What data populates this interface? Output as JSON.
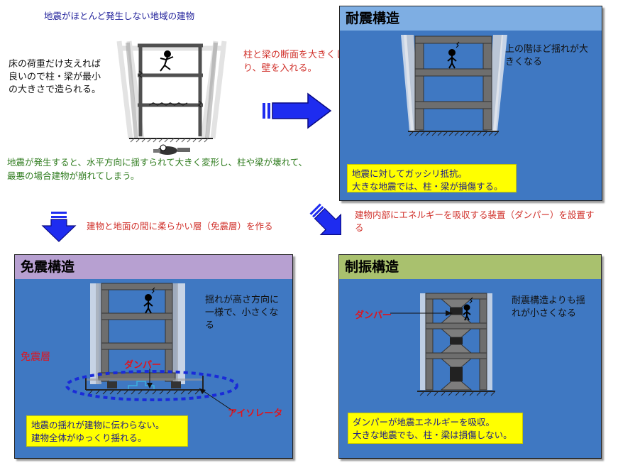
{
  "top_left": {
    "title": "地震がほとんど発生しない地域の建物",
    "left_text_lines": [
      "床の荷重だけ支えれば",
      "良いので柱・梁が最小",
      "の大きさで造られる。"
    ],
    "right_text_lines": [
      "柱と梁の断面を大きくした",
      "り、壁を入れる。"
    ],
    "bottom_text_lines": [
      "地震が発生すると、水平方向に揺すられて大きく変形し、柱や梁が壊れて、",
      "最悪の場合建物が崩れてしまう。"
    ]
  },
  "arrows": {
    "down_left_text": "建物と地面の間に柔らかい層（免震層）を作る",
    "down_right_text_lines": [
      "建物内部にエネルギーを吸収する装置（ダンパー）を設置す",
      "る"
    ]
  },
  "panel_taishin": {
    "title": "耐震構造",
    "side_text_lines": [
      "上の階ほど揺れが大",
      "きくなる"
    ],
    "note_lines": [
      "地震に対してガッシリ抵抗。",
      "大きな地震では、柱・梁が損傷する。"
    ]
  },
  "panel_menshin": {
    "title": "免震構造",
    "side_text_lines": [
      "揺れが高さ方向に",
      "一様で、小さくな",
      "る"
    ],
    "menshin_layer_label": "免震層",
    "damper_label": "ダンパー",
    "isolator_label": "アイソレータ",
    "note_lines": [
      "地震の揺れが建物に伝わらない。",
      "建物全体がゆっくり揺れる。"
    ]
  },
  "panel_seishin": {
    "title": "制振構造",
    "side_text_lines": [
      "耐震構造よりも揺",
      "れが小さくなる"
    ],
    "damper_label": "ダンパー",
    "note_lines": [
      "ダンパーが地震エネルギーを吸収。",
      "大きな地震でも、柱・梁は損傷しない。"
    ]
  },
  "colors": {
    "panel_bg": "#3f78c2",
    "taishin_header": "#7eaee3",
    "menshin_header": "#b7a0d1",
    "seishin_header": "#a9c16e",
    "note_bg": "#ffff00",
    "arrow_blue": "#1e2cf0"
  }
}
